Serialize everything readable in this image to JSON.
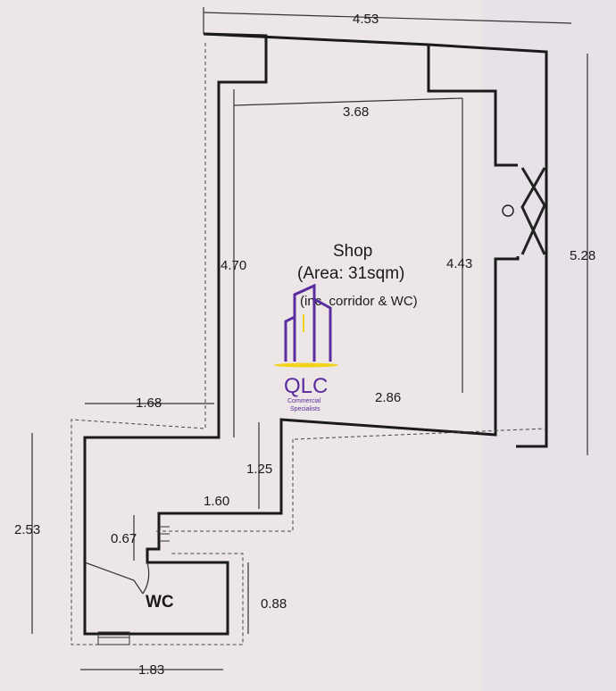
{
  "room": {
    "name": "Shop",
    "area": "(Area: 31sqm)",
    "note": "(inc. corridor & WC)",
    "wc": "WC"
  },
  "dimensions": {
    "top_outer": "4.53",
    "top_inner": "3.68",
    "left_height": "4.70",
    "right_inner_height": "4.43",
    "right_outer_height": "5.28",
    "left_step": "1.68",
    "bottom_right": "2.86",
    "corridor_height": "1.25",
    "corridor_width": "1.60",
    "left_total": "2.53",
    "step_height": "0.67",
    "wc_height": "0.88",
    "wc_width": "1.83"
  },
  "logo": {
    "name": "QLC",
    "tagline_1": "Commercial",
    "tagline_2": "Specialists",
    "purple": "#5b2ca0",
    "yellow": "#f2d21b"
  }
}
